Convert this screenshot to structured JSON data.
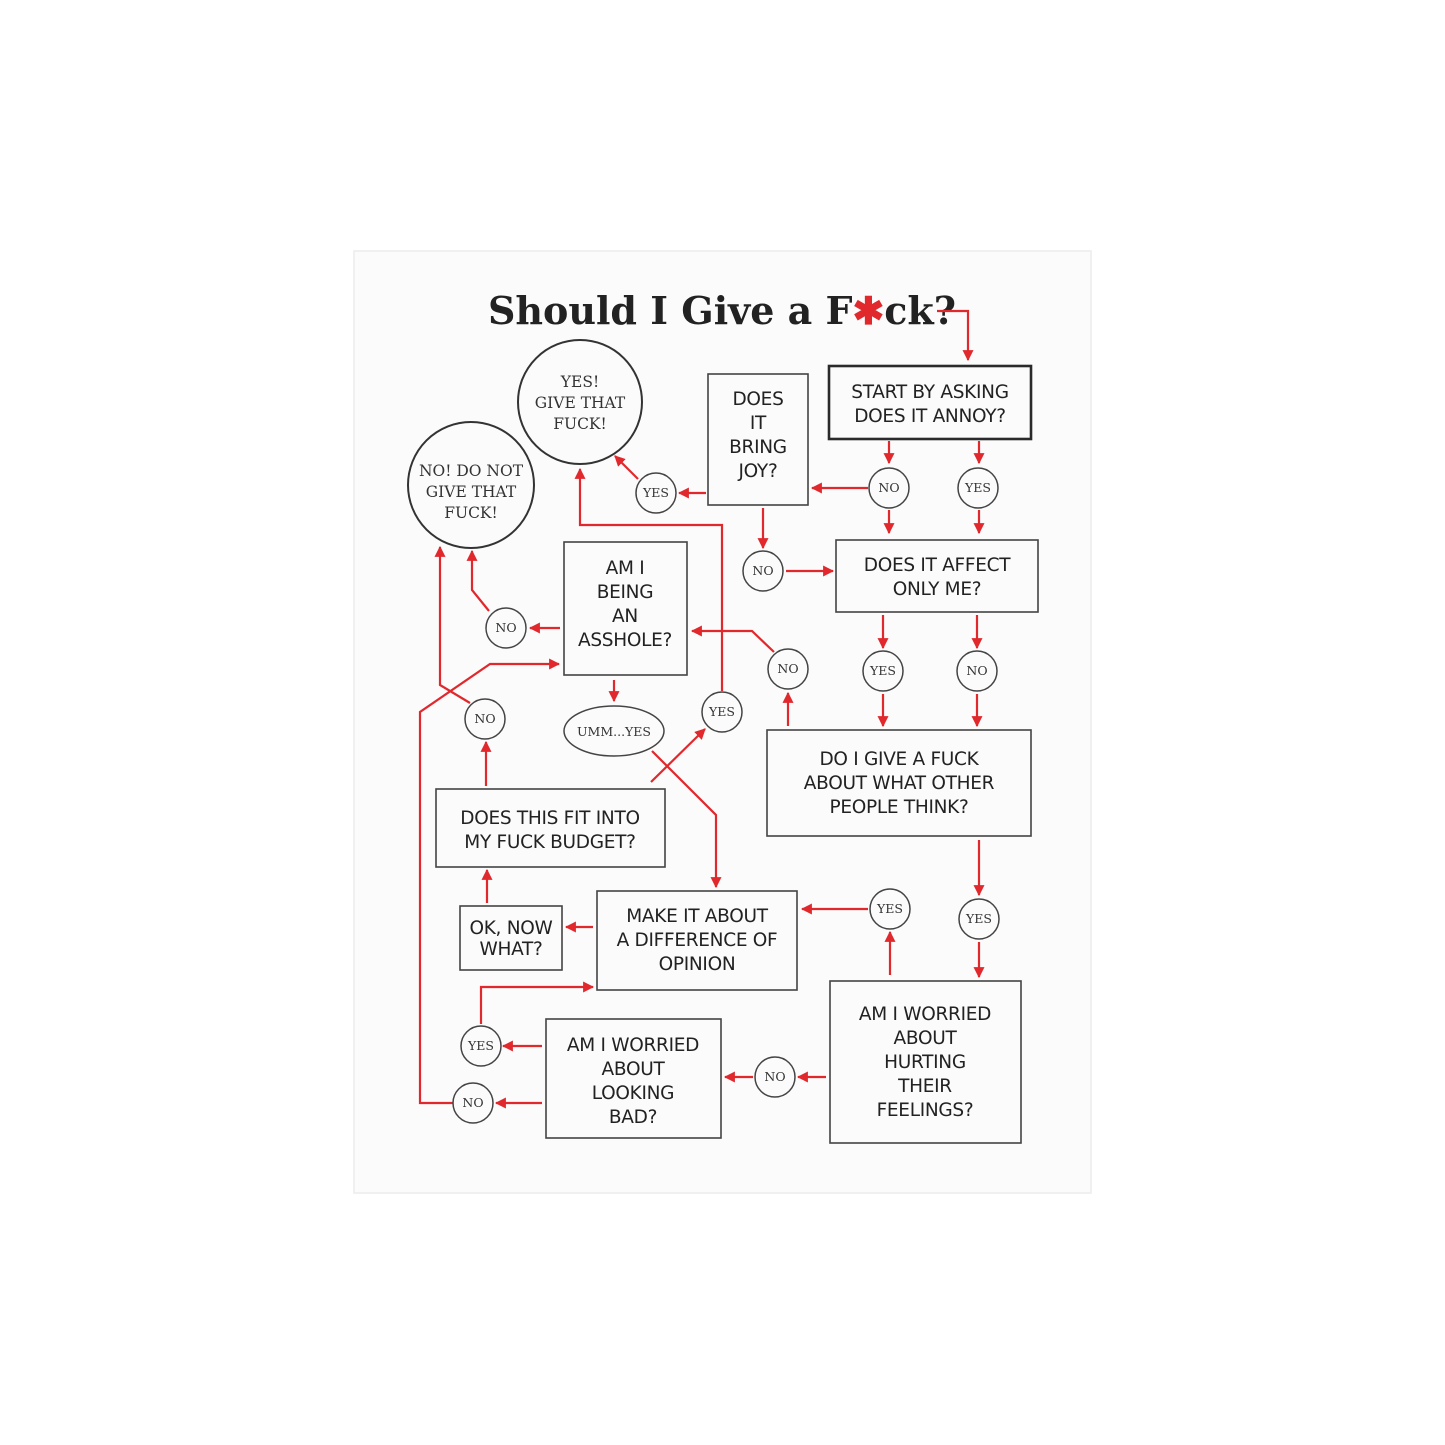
{
  "title": {
    "before": "Should I Give a F",
    "asterisk": "✱",
    "after": "ck?"
  },
  "colors": {
    "arrow": "#e0282d",
    "asterisk": "#e0282d",
    "ink": "#222222"
  },
  "nodes": {
    "start": [
      "START BY ASKING",
      "DOES IT ANNOY?"
    ],
    "joy": [
      "DOES",
      "IT",
      "BRING",
      "JOY?"
    ],
    "affect": [
      "DOES IT AFFECT",
      "ONLY ME?"
    ],
    "asshole": [
      "AM I",
      "BEING",
      "AN",
      "ASSHOLE?"
    ],
    "others": [
      "DO I GIVE A FUCK",
      "ABOUT WHAT OTHER",
      "PEOPLE THINK?"
    ],
    "budget": [
      "DOES THIS FIT INTO",
      "MY FUCK BUDGET?"
    ],
    "okwhat": [
      "OK, NOW",
      "WHAT?"
    ],
    "opinion": [
      "MAKE IT ABOUT",
      "A DIFFERENCE OF",
      "OPINION"
    ],
    "lookbad": [
      "AM I WORRIED",
      "ABOUT",
      "LOOKING",
      "BAD?"
    ],
    "hurting": [
      "AM I WORRIED",
      "ABOUT",
      "HURTING",
      "THEIR",
      "FEELINGS?"
    ],
    "yes_give": [
      "YES!",
      "GIVE THAT",
      "FUCK!"
    ],
    "no_give": [
      "NO! DO NOT",
      "GIVE THAT",
      "FUCK!"
    ],
    "umm": "UMM...YES"
  },
  "answers": {
    "yes": "YES",
    "no": "NO"
  }
}
